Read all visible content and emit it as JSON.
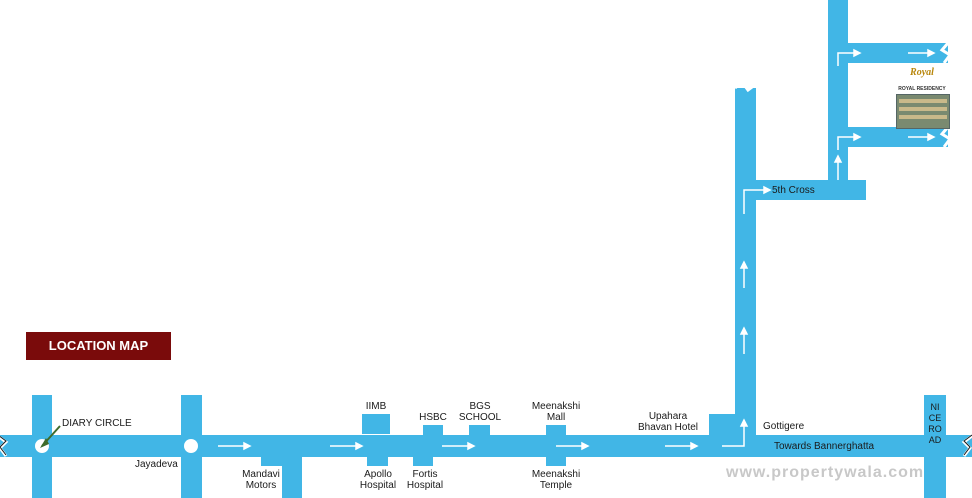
{
  "map": {
    "title": "LOCATION MAP",
    "road_color": "#41b6e6",
    "title_color": "#7a0b0b",
    "labels": {
      "diary_circle": "DIARY CIRCLE",
      "jayadeva": "Jayadeva",
      "mandavi_motors": "Mandavi\nMotors",
      "iimb": "IIMB",
      "apollo": "Apollo\nHospital",
      "hsbc": "HSBC",
      "fortis": "Fortis\nHospital",
      "bgs": "BGS\nSCHOOL",
      "meenakshi_mall": "Meenakshi\nMall",
      "meenakshi_temple": "Meenakshi\nTemple",
      "upahara": "Upahara\nBhavan Hotel",
      "gottigere": "Gottigere",
      "towards": "Towards Bannerghatta",
      "fifth_cross": "5th Cross",
      "nice_road": "NICE ROAD"
    },
    "logo": {
      "name": "Royal",
      "subtitle": "ROYAL RESIDENCY"
    },
    "watermark": "www.propertywala.com"
  }
}
